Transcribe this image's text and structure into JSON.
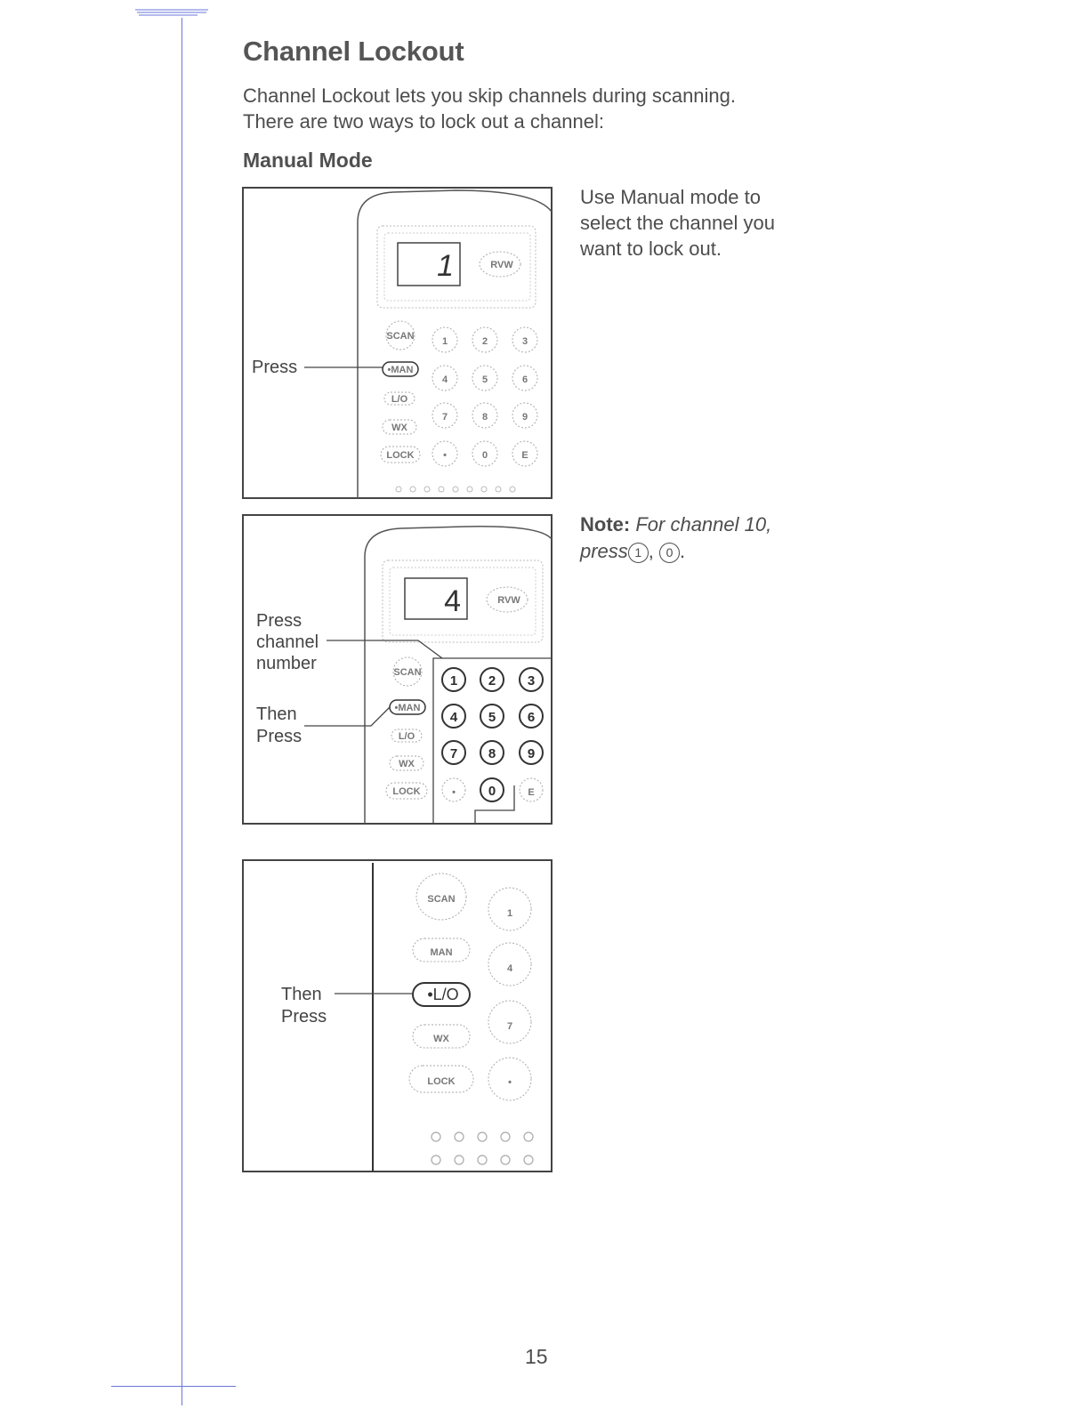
{
  "page": {
    "title": "Channel Lockout",
    "intro": [
      "Channel Lockout lets you skip channels during scanning.",
      "There are two ways to lock out a channel:"
    ],
    "subhead": "Manual Mode",
    "instruction": [
      "Use Manual mode to",
      "select the channel you",
      "want to lock out."
    ],
    "note_label": "Note:",
    "note_text_1": "For channel 10,",
    "note_text_2": "press",
    "note_key_1": "1",
    "note_key_2": "0",
    "note_sep": ",",
    "note_end": ".",
    "page_number": "15"
  },
  "figure1": {
    "display": "1",
    "rvw": "RVW",
    "press_label": "Press",
    "side_keys": [
      "SCAN",
      "•MAN",
      "L/O",
      "WX",
      "LOCK"
    ],
    "number_keys": [
      "1",
      "2",
      "3",
      "4",
      "5",
      "6",
      "7",
      "8",
      "9",
      "•",
      "0",
      "E"
    ]
  },
  "figure2": {
    "display": "4",
    "rvw": "RVW",
    "label_1": [
      "Press",
      "channel",
      "number"
    ],
    "label_2": [
      "Then",
      "Press"
    ],
    "side_keys": [
      "SCAN",
      "•MAN",
      "L/O",
      "WX",
      "LOCK"
    ],
    "number_keys": [
      "1",
      "2",
      "3",
      "4",
      "5",
      "6",
      "7",
      "8",
      "9",
      "•",
      "0",
      "E"
    ]
  },
  "figure3": {
    "label": [
      "Then",
      "Press"
    ],
    "side_keys": [
      "SCAN",
      "MAN",
      "•L/O",
      "WX",
      "LOCK"
    ],
    "number_keys": [
      "1",
      "4",
      "7",
      "•"
    ]
  },
  "colors": {
    "ink": "#4a4a4a",
    "margin_ink": "#6a76d8",
    "faint_key": "#9a9a9a"
  }
}
